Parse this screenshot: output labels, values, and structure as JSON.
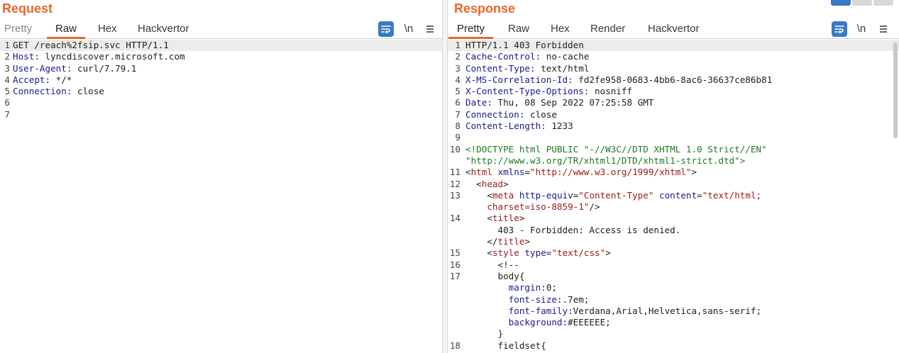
{
  "request": {
    "title": "Request",
    "tabs": [
      "Pretty",
      "Raw",
      "Hex",
      "Hackvertor"
    ],
    "active_tab": "Raw",
    "newline_toggle": "\\n",
    "lines": [
      {
        "n": "1",
        "text": "GET /reach%2fsip.svc HTTP/1.1"
      },
      {
        "n": "2",
        "key": "Host:",
        "value": " lyncdiscover.microsoft.com"
      },
      {
        "n": "3",
        "key": "User-Agent:",
        "value": " curl/7.79.1"
      },
      {
        "n": "4",
        "key": "Accept:",
        "value": " */*"
      },
      {
        "n": "5",
        "key": "Connection:",
        "value": " close"
      },
      {
        "n": "6",
        "text": ""
      },
      {
        "n": "7",
        "text": ""
      }
    ]
  },
  "response": {
    "title": "Response",
    "tabs": [
      "Pretty",
      "Raw",
      "Hex",
      "Render",
      "Hackvertor"
    ],
    "active_tab": "Pretty",
    "newline_toggle": "\\n",
    "lines": [
      {
        "n": "1",
        "text": "HTTP/1.1 403 Forbidden"
      },
      {
        "n": "2",
        "key": "Cache-Control:",
        "value": " no-cache"
      },
      {
        "n": "3",
        "key": "Content-Type:",
        "value": " text/html"
      },
      {
        "n": "4",
        "key": "X-MS-Correlation-Id:",
        "value": " fd2fe958-0683-4bb6-8ac6-36637ce86b81"
      },
      {
        "n": "5",
        "key": "X-Content-Type-Options:",
        "value": " nosniff"
      },
      {
        "n": "6",
        "key": "Date:",
        "value": " Thu, 08 Sep 2022 07:25:58 GMT"
      },
      {
        "n": "7",
        "key": "Connection:",
        "value": " close"
      },
      {
        "n": "8",
        "key": "Content-Length:",
        "value": " 1233"
      },
      {
        "n": "9",
        "text": ""
      },
      {
        "n": "10",
        "doctype": "<!DOCTYPE html PUBLIC \"-//W3C//DTD XHTML 1.0 Strict//EN\""
      },
      {
        "n": "",
        "doctype": "\"http://www.w3.org/TR/xhtml1/DTD/xhtml1-strict.dtd\">"
      },
      {
        "n": "11",
        "html_open_a": "<",
        "html_tag": "html",
        "html_attr": " xmlns",
        "html_eq": "=",
        "html_val": "\"http://www.w3.org/1999/xhtml\"",
        "html_close": ">"
      },
      {
        "n": "12",
        "indent": "  ",
        "lt": "<",
        "tag": "head",
        "gt": ">"
      },
      {
        "n": "13",
        "indent": "    ",
        "meta_lt": "<",
        "meta_tag": "meta",
        "meta_a1": " http-equiv",
        "meta_eq1": "=",
        "meta_v1": "\"Content-Type\"",
        "meta_a2": " content",
        "meta_eq2": "=",
        "meta_v2": "\"text/html;"
      },
      {
        "n": "",
        "indent": "    ",
        "meta_cont": "charset=iso-8859-1\"",
        "meta_end": "/>"
      },
      {
        "n": "14",
        "indent": "    ",
        "lt": "<",
        "tag": "title",
        "gt": ">"
      },
      {
        "n": "",
        "indent": "      ",
        "text": "403 - Forbidden: Access is denied."
      },
      {
        "n": "",
        "indent": "    ",
        "lt": "</",
        "tag": "title",
        "gt": ">"
      },
      {
        "n": "15",
        "indent": "    ",
        "style_lt": "<",
        "style_tag": "style",
        "style_attr": " type",
        "style_eq": "=",
        "style_val": "\"text/css\"",
        "style_gt": ">"
      },
      {
        "n": "16",
        "indent": "      ",
        "text": "<!--"
      },
      {
        "n": "17",
        "indent": "      ",
        "text": "body{"
      },
      {
        "n": "",
        "indent": "        ",
        "prop": "margin",
        "colon": ":",
        "pval": "0",
        "semi": ";"
      },
      {
        "n": "",
        "indent": "        ",
        "prop": "font-size",
        "colon": ":",
        "pval": ".7em",
        "semi": ";"
      },
      {
        "n": "",
        "indent": "        ",
        "prop": "font-family",
        "colon": ":",
        "pval": "Verdana,Arial,Helvetica,sans-serif",
        "semi": ";"
      },
      {
        "n": "",
        "indent": "        ",
        "prop": "background",
        "colon": ":",
        "pval": "#EEEEEE",
        "semi": ";"
      },
      {
        "n": "",
        "indent": "      ",
        "text": "}"
      },
      {
        "n": "18",
        "indent": "      ",
        "text": "fieldset{"
      }
    ]
  },
  "colors": {
    "accent": "#e8682d",
    "wrap_button": "#3b79c9",
    "header_key": "#1a1a8c",
    "tag": "#a11a1a",
    "string": "#1f7a1f"
  },
  "icons": [
    "wrap-lines-icon",
    "menu-icon",
    "layout-split-icon"
  ]
}
